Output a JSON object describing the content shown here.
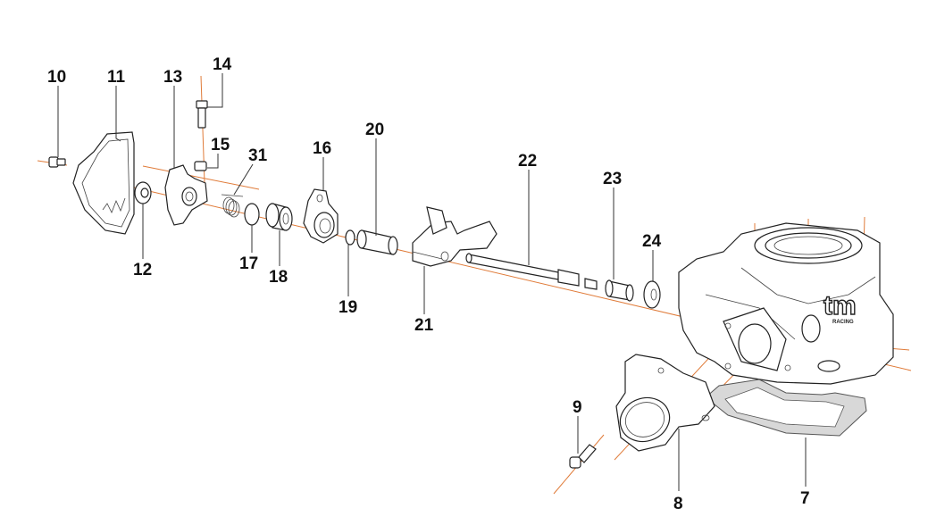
{
  "diagram": {
    "title": "Exploded parts diagram - cylinder and power valve assembly",
    "accent_color": "#e07b39",
    "brand_logo": "tm",
    "brand_sub": "RACING",
    "callouts": [
      {
        "id": "7",
        "part": "cylinder-base-gasket"
      },
      {
        "id": "8",
        "part": "intake-manifold"
      },
      {
        "id": "9",
        "part": "manifold-screw"
      },
      {
        "id": "10",
        "part": "cover-screw"
      },
      {
        "id": "11",
        "part": "valve-cover"
      },
      {
        "id": "12",
        "part": "bushing"
      },
      {
        "id": "13",
        "part": "valve-lever"
      },
      {
        "id": "14",
        "part": "lever-screw"
      },
      {
        "id": "15",
        "part": "nut"
      },
      {
        "id": "16",
        "part": "flange"
      },
      {
        "id": "17",
        "part": "circlip"
      },
      {
        "id": "18",
        "part": "roller"
      },
      {
        "id": "19",
        "part": "o-ring"
      },
      {
        "id": "20",
        "part": "sleeve"
      },
      {
        "id": "21",
        "part": "exhaust-valve"
      },
      {
        "id": "22",
        "part": "valve-shaft"
      },
      {
        "id": "23",
        "part": "spacer"
      },
      {
        "id": "24",
        "part": "washer"
      },
      {
        "id": "31",
        "part": "spring"
      }
    ]
  }
}
